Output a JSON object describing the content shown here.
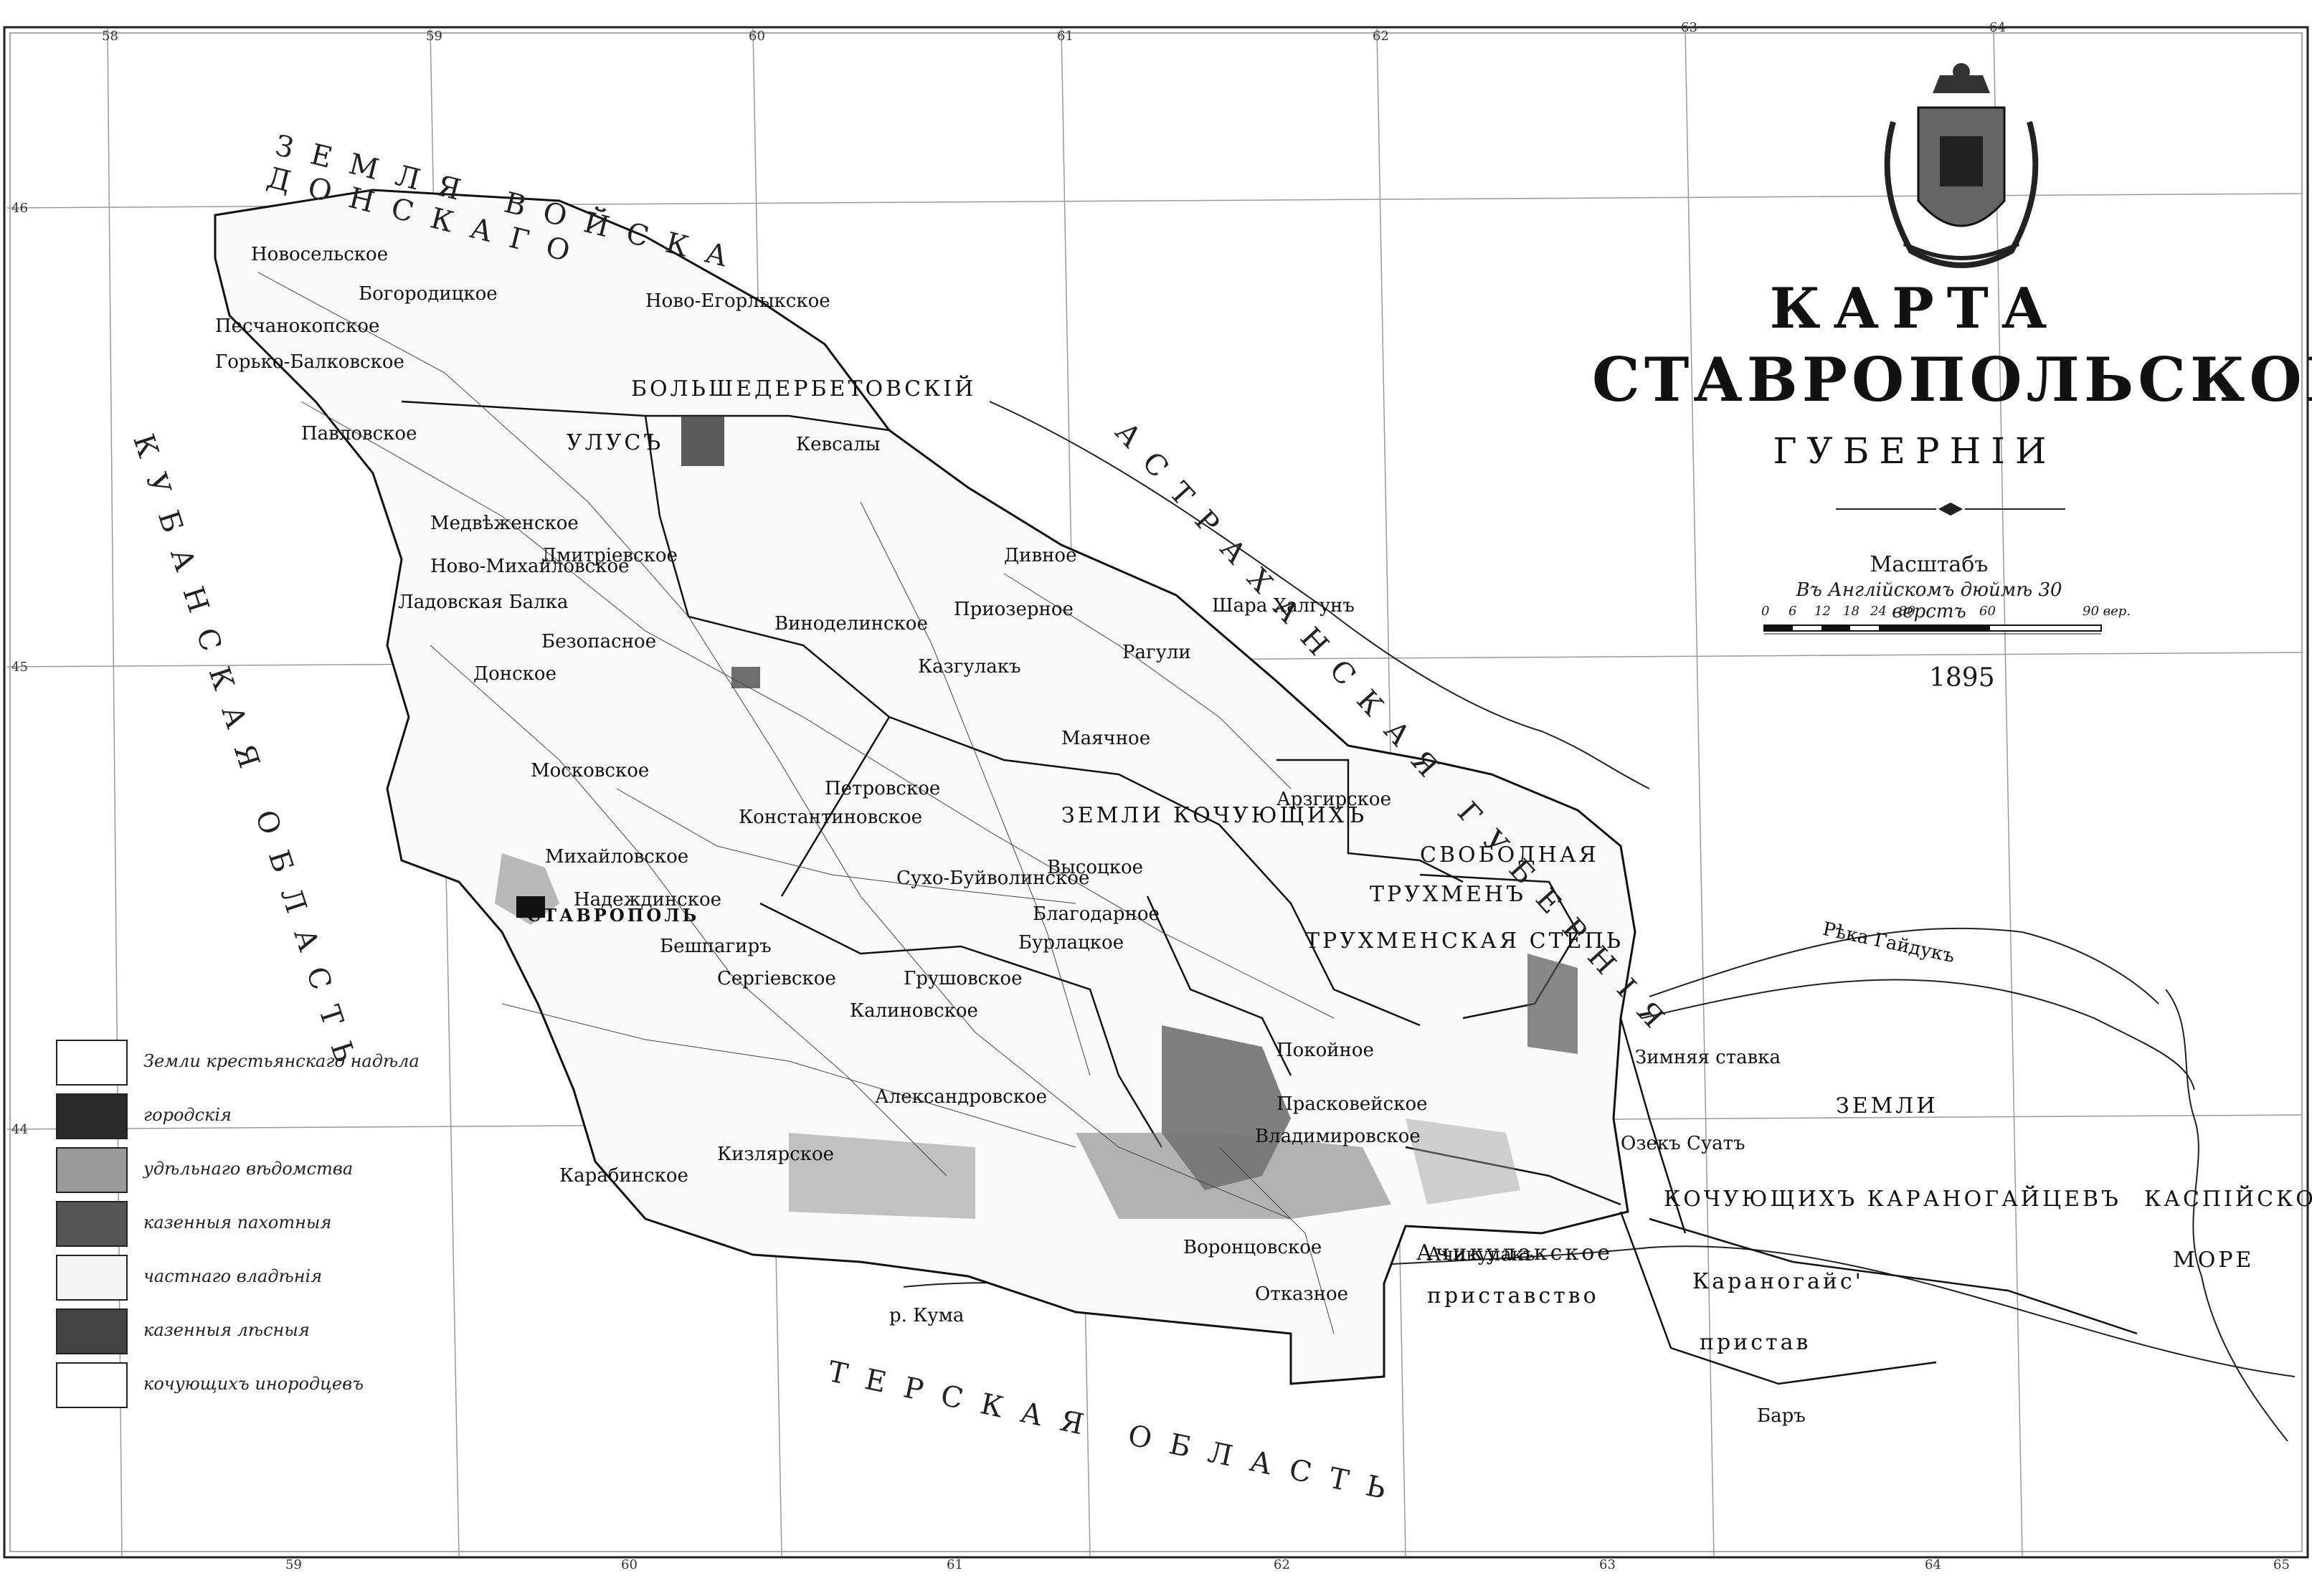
{
  "title": {
    "line1": "КАРТА",
    "line2": "СТАВРОПОЛЬСКОЙ",
    "line3": "ГУБЕРНІИ"
  },
  "scale": {
    "title": "Масштабъ",
    "subtitle": "Въ Англійскомъ дюймѣ 30 верстъ",
    "ticks": [
      "0",
      "6",
      "12",
      "18",
      "24",
      "30",
      "60",
      "90 вер."
    ]
  },
  "year": "1895",
  "legend": [
    {
      "label": "Земли крестьянскаго надѣла",
      "fill": "#ffffff"
    },
    {
      "label": "городскія",
      "fill": "#2a2a2a"
    },
    {
      "label": "удѣльнаго вѣдомства",
      "fill": "#9a9a9a"
    },
    {
      "label": "казенныя пахотныя",
      "fill": "#555555"
    },
    {
      "label": "частнаго владѣнія",
      "fill": "#f4f4f4"
    },
    {
      "label": "казенныя лѣсныя",
      "fill": "#444444"
    },
    {
      "label": "кочующихъ инородцевъ",
      "fill": "#ffffff"
    }
  ],
  "degrees": {
    "top": [
      "58",
      "59",
      "60",
      "61",
      "62",
      "63",
      "64"
    ],
    "bottom": [
      "59",
      "60",
      "61",
      "62",
      "63",
      "64",
      "65"
    ],
    "left": [
      "46",
      "45",
      "44"
    ]
  },
  "regions": {
    "don": "ЗЕМЛЯ ВОЙСКА ДОНСКАГО",
    "astrakhan": "АСТРАХАНСКАЯ ГУБЕРНІЯ",
    "kuban": "КУБАНСКАЯ ОБЛАСТЬ",
    "terek": "ТЕРСКАЯ ОБЛАСТЬ",
    "caspian1": "КАСПІЙСКОЕ",
    "caspian2": "МОРЕ",
    "nogai1": "ЗЕМЛИ",
    "nogai2": "КОЧУЮЩИХЪ КАРАНОГАЙЦЕВЪ",
    "trukhmen1": "ЗЕМЛИ КОЧУЮЩИХЪ",
    "trukhmen2": "СВОБОДНАЯ",
    "trukhmen3": "ТРУХМЕНЪ",
    "trukhmen4": "ТРУХМЕНСКАЯ СТЕПЬ",
    "bolshederbet": "БОЛЬШЕДЕРБЕТОВСКІЙ",
    "ulus": "УЛУСЪ",
    "achikulak1": "Ачикулакское",
    "achikulak2": "приставство",
    "karanogai1": "Караногайс'",
    "karanogai2": "пристав",
    "stavropol": "СТАВРОПОЛЬ"
  },
  "places": [
    "Новосельское",
    "Песчанокопское",
    "Горько-Балковское",
    "Ново-Егорлыкское",
    "Богородицкое",
    "Павловское",
    "Медвѣженское",
    "Ново-Михайловское",
    "Ладовская Балка",
    "Дмитріевское",
    "Безопасное",
    "Донское",
    "Московское",
    "Михайловское",
    "Надеждинское",
    "Сергіевское",
    "Карабинское",
    "Калиновское",
    "Грушовское",
    "Александровское",
    "Благодарное",
    "Бурлацкое",
    "Петровское",
    "Константиновское",
    "Дивное",
    "Кевсалы",
    "Арзгирское",
    "Ачикулакъ",
    "Воронцовское",
    "Прасковейское",
    "Покойное",
    "Владимировское",
    "Высоцкое",
    "Бешпагиръ",
    "Рагули",
    "Шара Халгунъ",
    "Приозерное",
    "Маячное",
    "Виноделинское",
    "Казгулакъ",
    "Отказное",
    "Сухо-Буйволинское",
    "Кизлярское",
    "Зимняя ставка",
    "Озекъ Суатъ",
    "р. Кума",
    "Рѣка Гайдукъ",
    "Баръ"
  ]
}
